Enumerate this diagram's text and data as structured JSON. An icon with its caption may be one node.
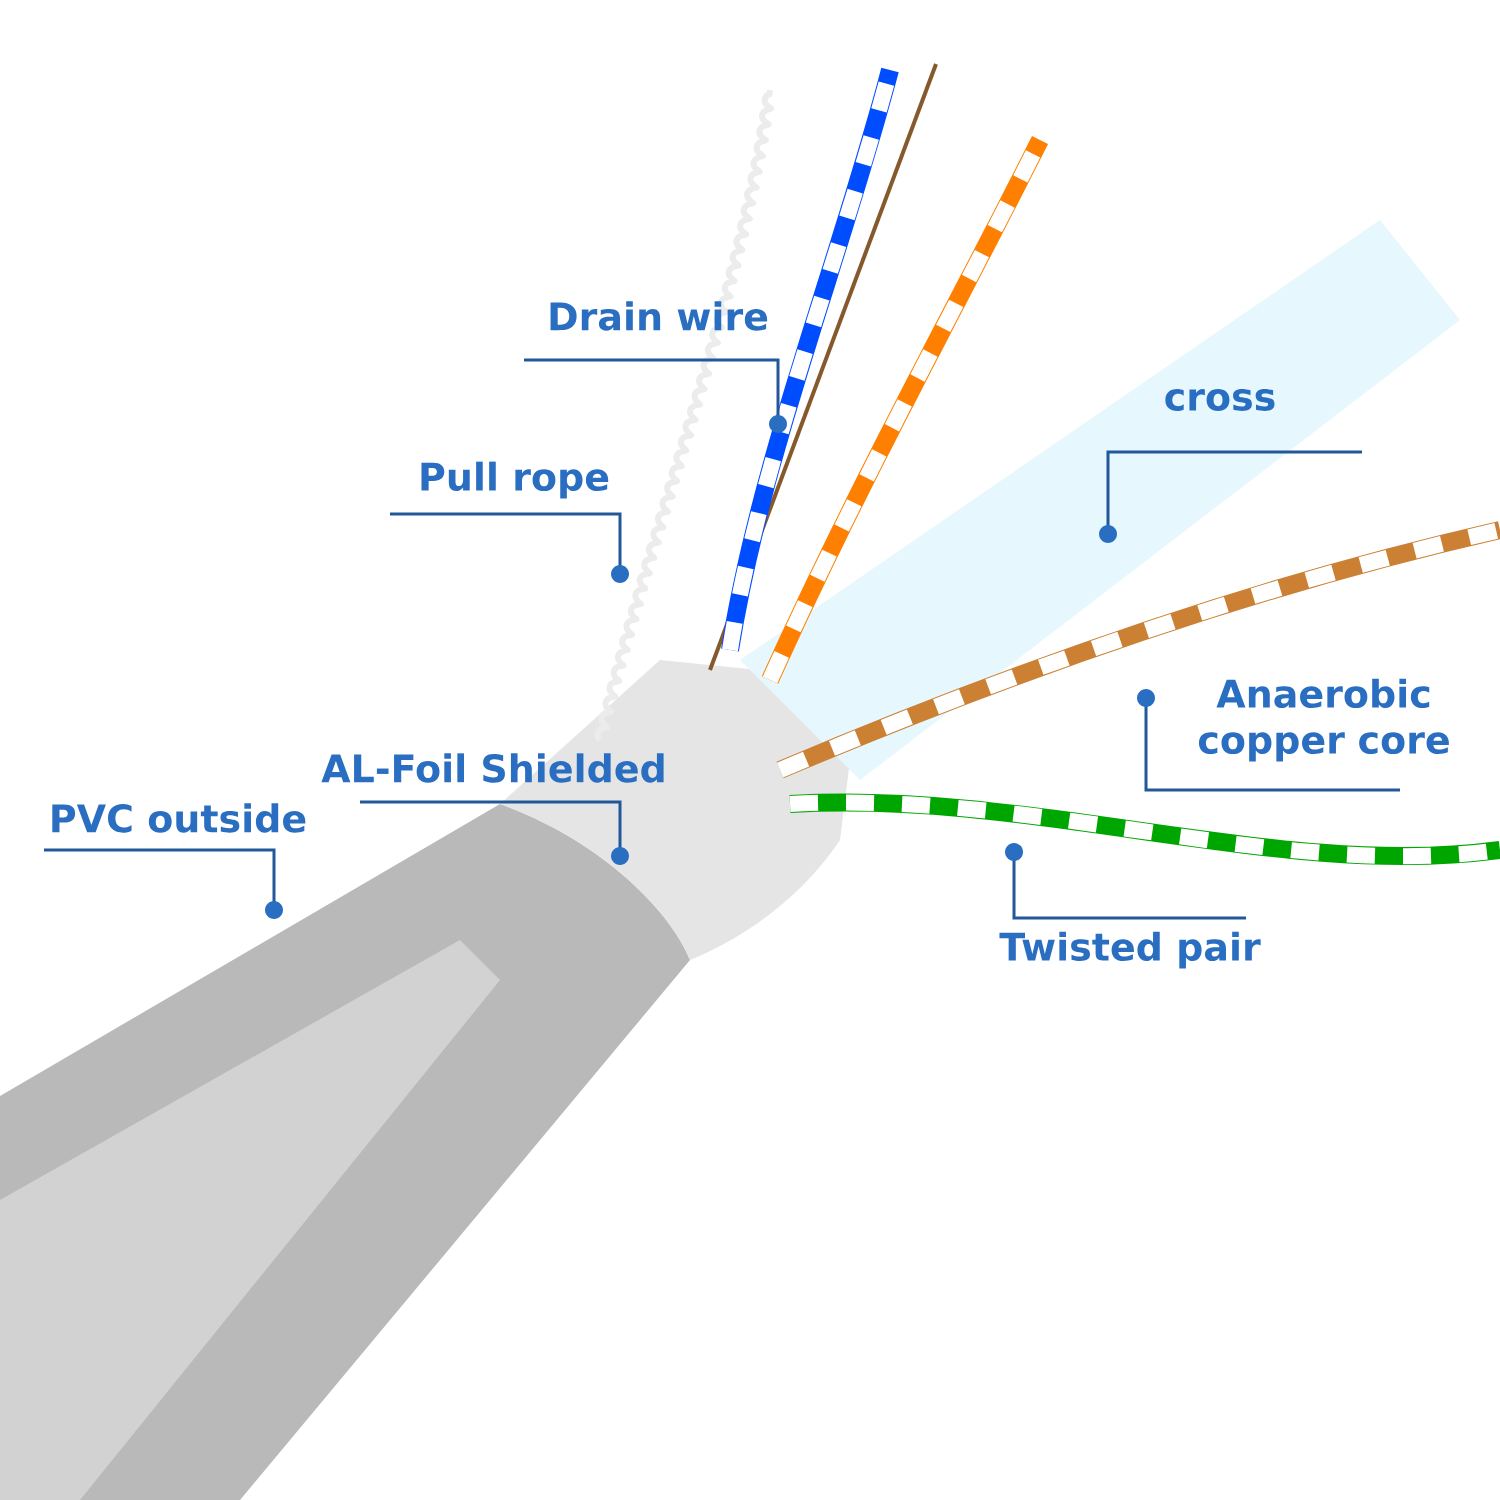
{
  "diagram": {
    "nodes": [
      {
        "text": [
          "Drain wire"
        ]
      },
      {
        "text": [
          "cross"
        ]
      },
      {
        "text": [
          "Pull rope"
        ]
      },
      {
        "text": [
          "Anaerobic copper core"
        ]
      },
      {
        "text": [
          "AL-Foil Shielded"
        ]
      },
      {
        "text": [
          "PVC outside"
        ]
      },
      {
        "text": [
          "Twisted pair"
        ]
      }
    ],
    "edges": [
      {
        "from": 0,
        "to": null,
        "arrow": "none"
      },
      {
        "from": 1,
        "to": null,
        "arrow": "none"
      },
      {
        "from": 2,
        "to": null,
        "arrow": "none"
      },
      {
        "from": 3,
        "to": null,
        "arrow": "none"
      },
      {
        "from": 4,
        "to": null,
        "arrow": "none"
      },
      {
        "from": 5,
        "to": null,
        "arrow": "none"
      },
      {
        "from": 6,
        "to": null,
        "arrow": "none"
      }
    ]
  }
}
